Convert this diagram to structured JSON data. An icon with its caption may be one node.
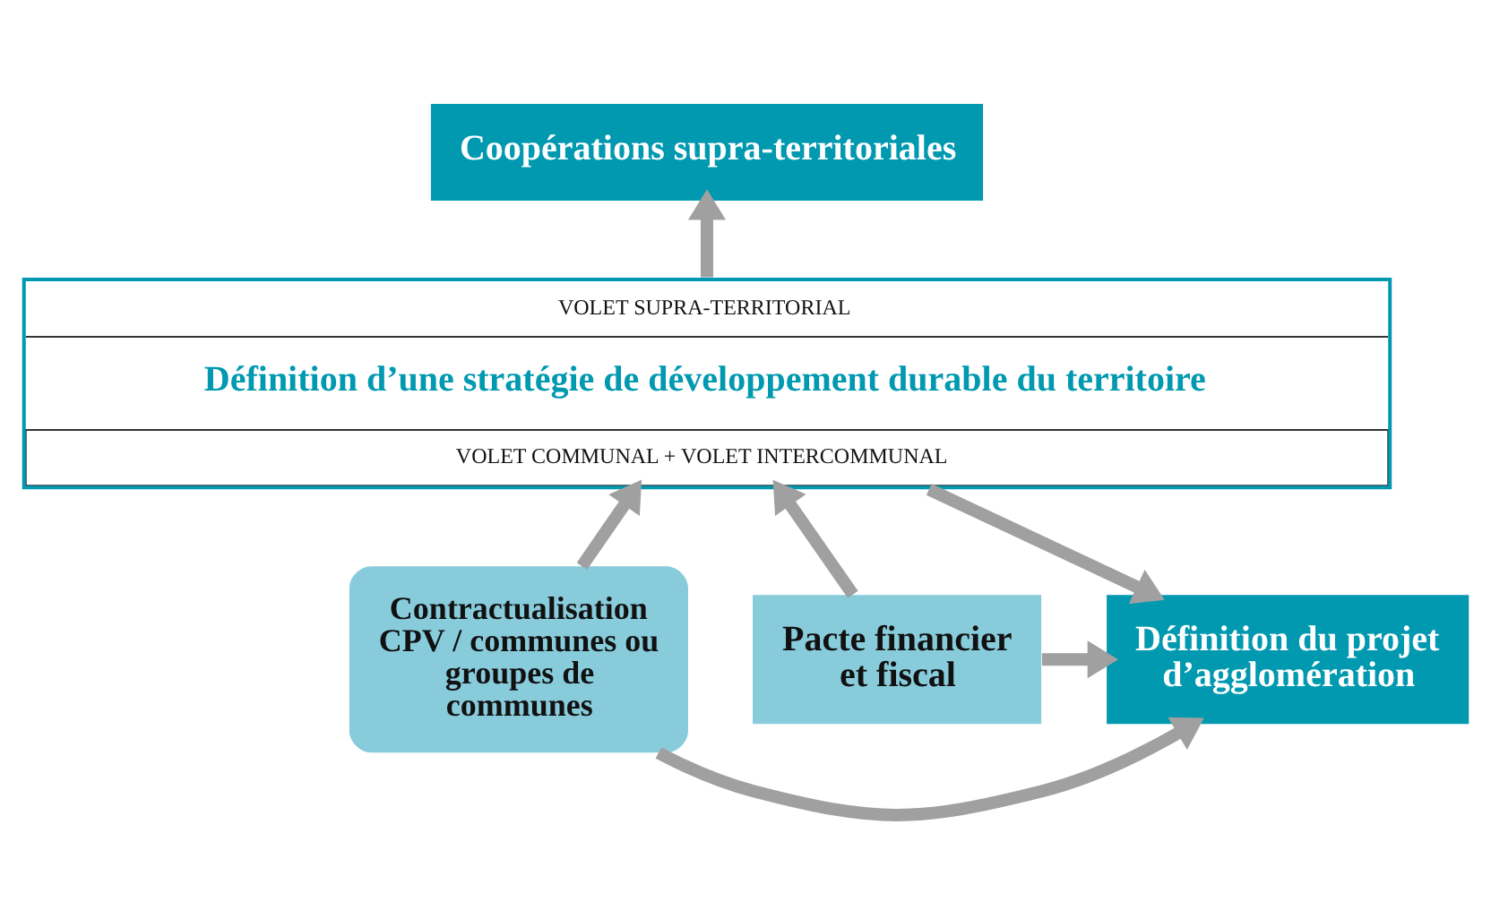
{
  "diagram": {
    "nodes": [
      {
        "text": [
          "Coopérations supra-territoriales"
        ]
      },
      {
        "text": [
          "VOLET SUPRA-TERRITORIAL",
          "Définition d’une stratégie de développement durable du territoire",
          "VOLET COMMUNAL + VOLET INTERCOMMUNAL"
        ]
      },
      {
        "text": [
          "Contractualisation CPV / communes ou groupes de communes"
        ]
      },
      {
        "text": [
          "Pacte financier et fiscal"
        ]
      },
      {
        "text": [
          "Définition du projet d’agglomération"
        ]
      }
    ],
    "edges": [
      {
        "from": 1,
        "to": 0,
        "arrow": "to"
      },
      {
        "from": 2,
        "to": 1,
        "arrow": "to"
      },
      {
        "from": 3,
        "to": 1,
        "arrow": "to"
      },
      {
        "from": 1,
        "to": 4,
        "arrow": "to"
      },
      {
        "from": 3,
        "to": 4,
        "arrow": "to"
      },
      {
        "from": 2,
        "to": 4,
        "arrow": "to"
      }
    ]
  }
}
